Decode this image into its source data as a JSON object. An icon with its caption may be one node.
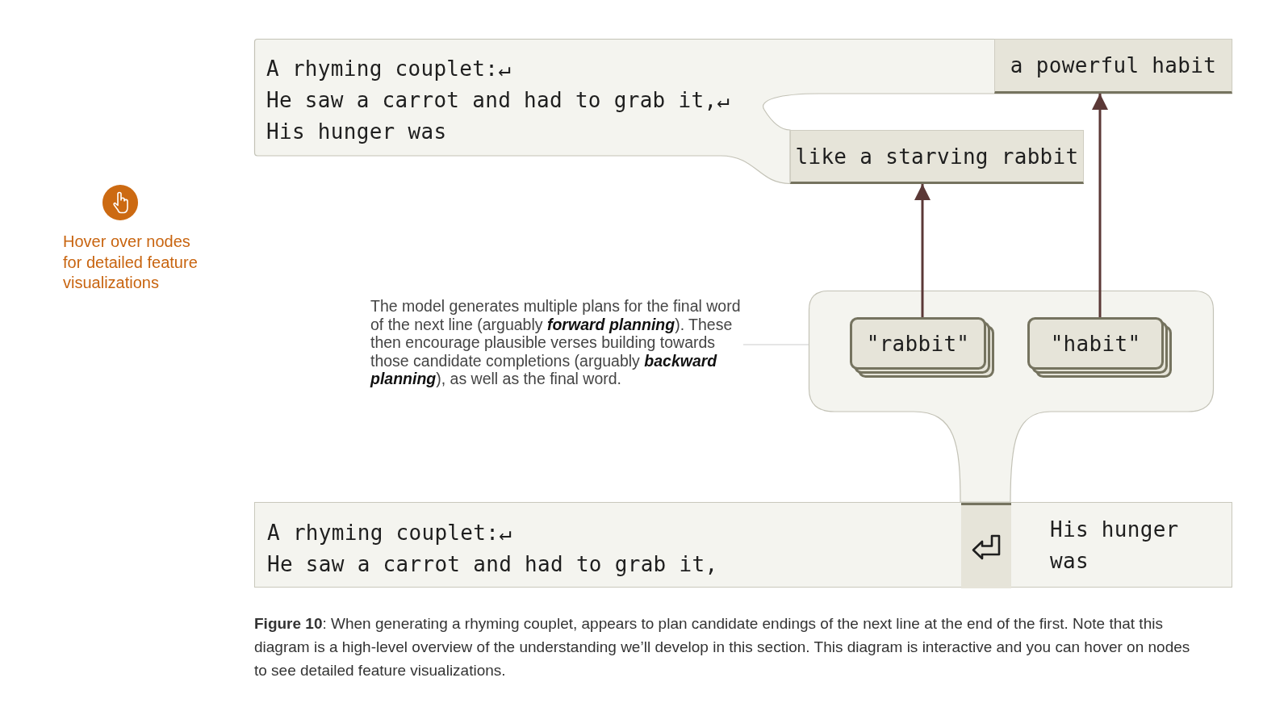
{
  "diagram": {
    "caption": "**Figure 10**: When generating a rhyming couplet, appears to plan candidate endings of the next line at the end of the first. Note that this diagram is a high-level overview of the understanding we’ll develop in this section. This diagram is interactive and you can hover on nodes to see detailed feature visualizations.",
    "nodes": [
      {
        "text": [
          "A rhyming couplet:↵",
          "He saw a carrot and had to grab it,↵",
          "His hunger was"
        ]
      },
      {
        "text": [
          "a powerful habit"
        ],
        "in": 0
      },
      {
        "text": [
          "like a starving rabbit"
        ],
        "in": 0
      },
      {
        "text": [
          "The model generates multiple plans for the final word of the next line (arguably **forward planning**). These then encourage plausible verses building towards those candidate completions (arguably **backward planning**), as well as the final word."
        ]
      },
      {
        "text": [],
        "shape": "box"
      },
      {
        "text": [
          "\"rabbit\""
        ],
        "in": 4
      },
      {
        "text": [
          "\"habit\""
        ],
        "in": 4
      },
      {
        "text": [
          "A rhyming couplet:↵",
          "He saw a carrot and had to grab it,"
        ]
      },
      {
        "text": [],
        "shape": "box",
        "in": 7
      },
      {
        "text": [
          "His hunger was"
        ],
        "in": 7
      }
    ],
    "edges": [
      {
        "from": 5,
        "to": 2,
        "arrow": "to"
      },
      {
        "from": 6,
        "to": 1,
        "arrow": "to"
      },
      {
        "from": 3,
        "to": 4,
        "arrow": "none",
        "color": "#dddddd"
      }
    ],
    "labels": [
      "Hover over nodes for detailed feature visualizations"
    ]
  }
}
